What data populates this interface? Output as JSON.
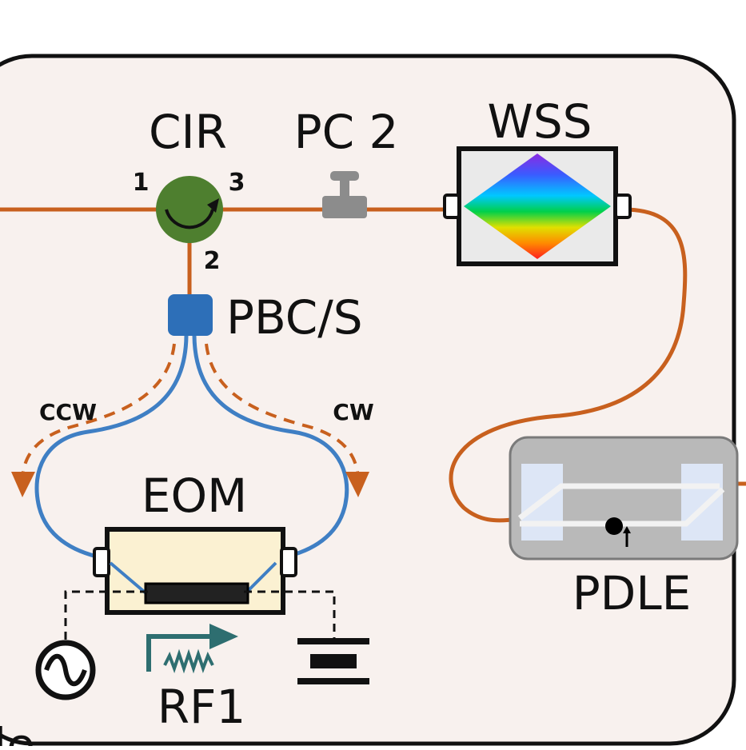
{
  "labels": {
    "circulator": "CIR",
    "polarization_controller": "PC 2",
    "wss": "WSS",
    "pbcs": "PBC/S",
    "eom": "EOM",
    "pdle": "PDLE",
    "rf": "RF1",
    "ccw": "CCW",
    "cw": "CW",
    "port1": "1",
    "port2": "2",
    "port3": "3",
    "cut_text": "le"
  },
  "colors": {
    "fiber_orange": "#c8601e",
    "fiber_blue": "#3f7fc4",
    "circulator_green": "#4e7f2f",
    "pbcs_blue": "#2d6fb8",
    "frame_fill": "#f8f1ee",
    "eom_fill": "#fbf1d2",
    "pdle_fill": "#b9b9b9",
    "rf_teal": "#2e6e70"
  },
  "icons": {
    "circulator": "circular-arrow-icon",
    "ac_source": "sine-wave-icon",
    "dc_source": "battery-icon",
    "rf": "rf-signal-icon"
  }
}
